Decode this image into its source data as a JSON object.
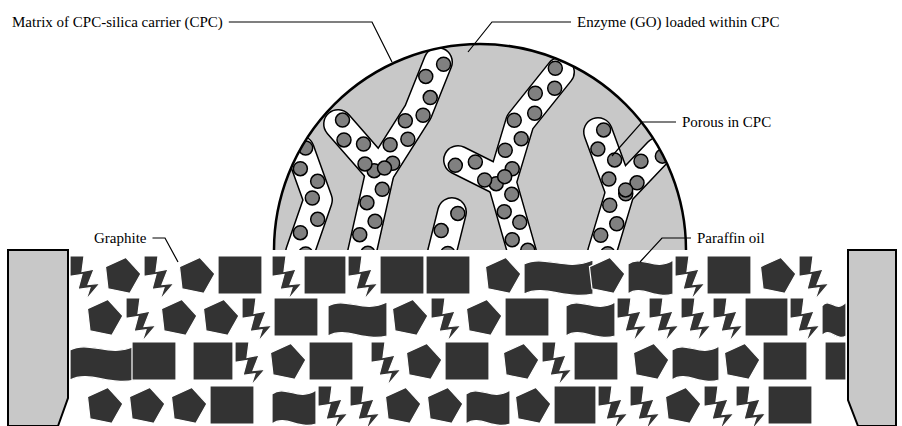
{
  "diagram": {
    "labels": [
      "Matrix of CPC-silica carrier (CPC)",
      "Enzyme (GO) loaded within CPC",
      "Porous in CPC",
      "Graphite",
      "Paraffin oil"
    ]
  }
}
